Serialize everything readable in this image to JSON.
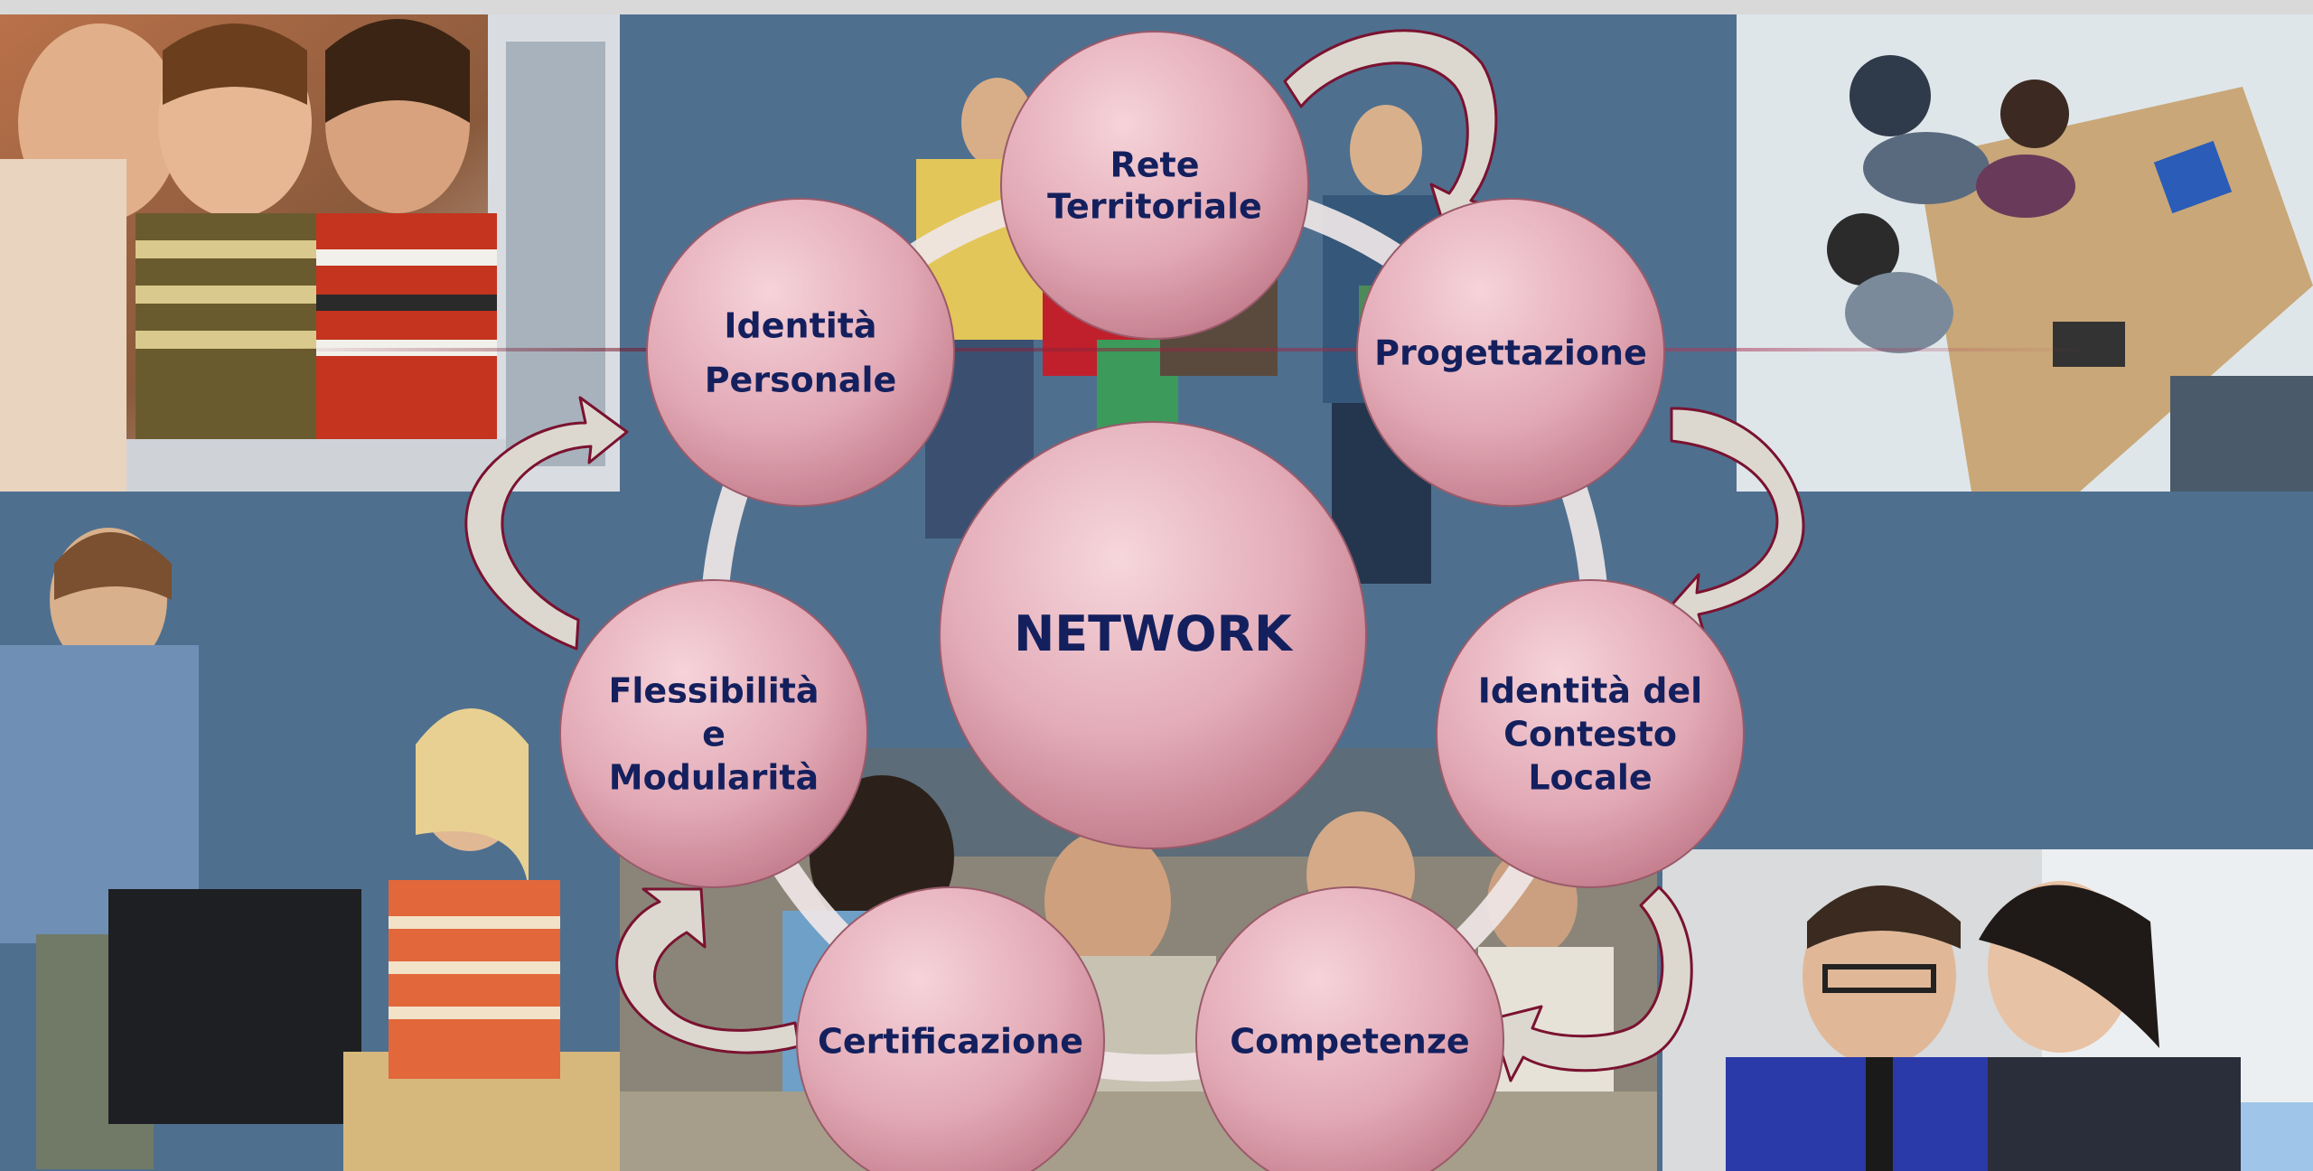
{
  "diagram": {
    "center": {
      "label": "NETWORK"
    },
    "nodes": [
      {
        "id": "rete",
        "lines": [
          "Rete",
          "Territoriale"
        ]
      },
      {
        "id": "progettazione",
        "lines": [
          "Progettazione"
        ]
      },
      {
        "id": "contesto",
        "lines": [
          "Identità del",
          "Contesto",
          "Locale"
        ]
      },
      {
        "id": "competenze",
        "lines": [
          "Competenze"
        ]
      },
      {
        "id": "certificazione",
        "lines": [
          "Certificazione"
        ]
      },
      {
        "id": "flessibilita",
        "lines": [
          "Flessibilità",
          "e",
          "Modularità"
        ]
      },
      {
        "id": "personale",
        "lines": [
          "Identità",
          "Personale"
        ]
      }
    ]
  },
  "colors": {
    "node_fill_top": "#f3c6cf",
    "node_fill_bottom": "#c98896",
    "label": "#14205e",
    "arrow_fill": "#dcd8d0",
    "arrow_stroke": "#7a1230",
    "background": "#4f6f8f"
  }
}
